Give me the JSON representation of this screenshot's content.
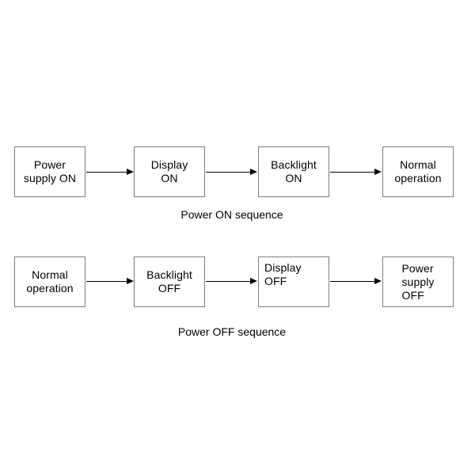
{
  "diagram": {
    "type": "flowchart",
    "background_color": "#ffffff",
    "box_border_color": "#7d7d7d",
    "arrow_color": "#000000",
    "text_color": "#000000",
    "rows": [
      {
        "id": "power-on-sequence",
        "caption": "Power ON sequence",
        "nodes": [
          {
            "id": "power-supply-on",
            "label": "Power\nsupply ON",
            "align": "center"
          },
          {
            "id": "display-on",
            "label": "Display\nON",
            "align": "center"
          },
          {
            "id": "backlight-on",
            "label": "Backlight\nON",
            "align": "center"
          },
          {
            "id": "normal-operation-on",
            "label": "Normal\noperation",
            "align": "center"
          }
        ],
        "connectors": [
          "arrow-right",
          "arrow-right",
          "arrow-right"
        ]
      },
      {
        "id": "power-off-sequence",
        "caption": "Power OFF sequence",
        "nodes": [
          {
            "id": "normal-operation-off",
            "label": "Normal\noperation",
            "align": "center"
          },
          {
            "id": "backlight-off",
            "label": "Backlight\nOFF",
            "align": "center"
          },
          {
            "id": "display-off",
            "label": "Display\nOFF",
            "align": "top-left"
          },
          {
            "id": "power-supply-off",
            "label": "Power\nsupply\nOFF",
            "align": "left-block"
          }
        ],
        "connectors": [
          "arrow-right",
          "arrow-right",
          "arrow-right"
        ]
      }
    ]
  }
}
